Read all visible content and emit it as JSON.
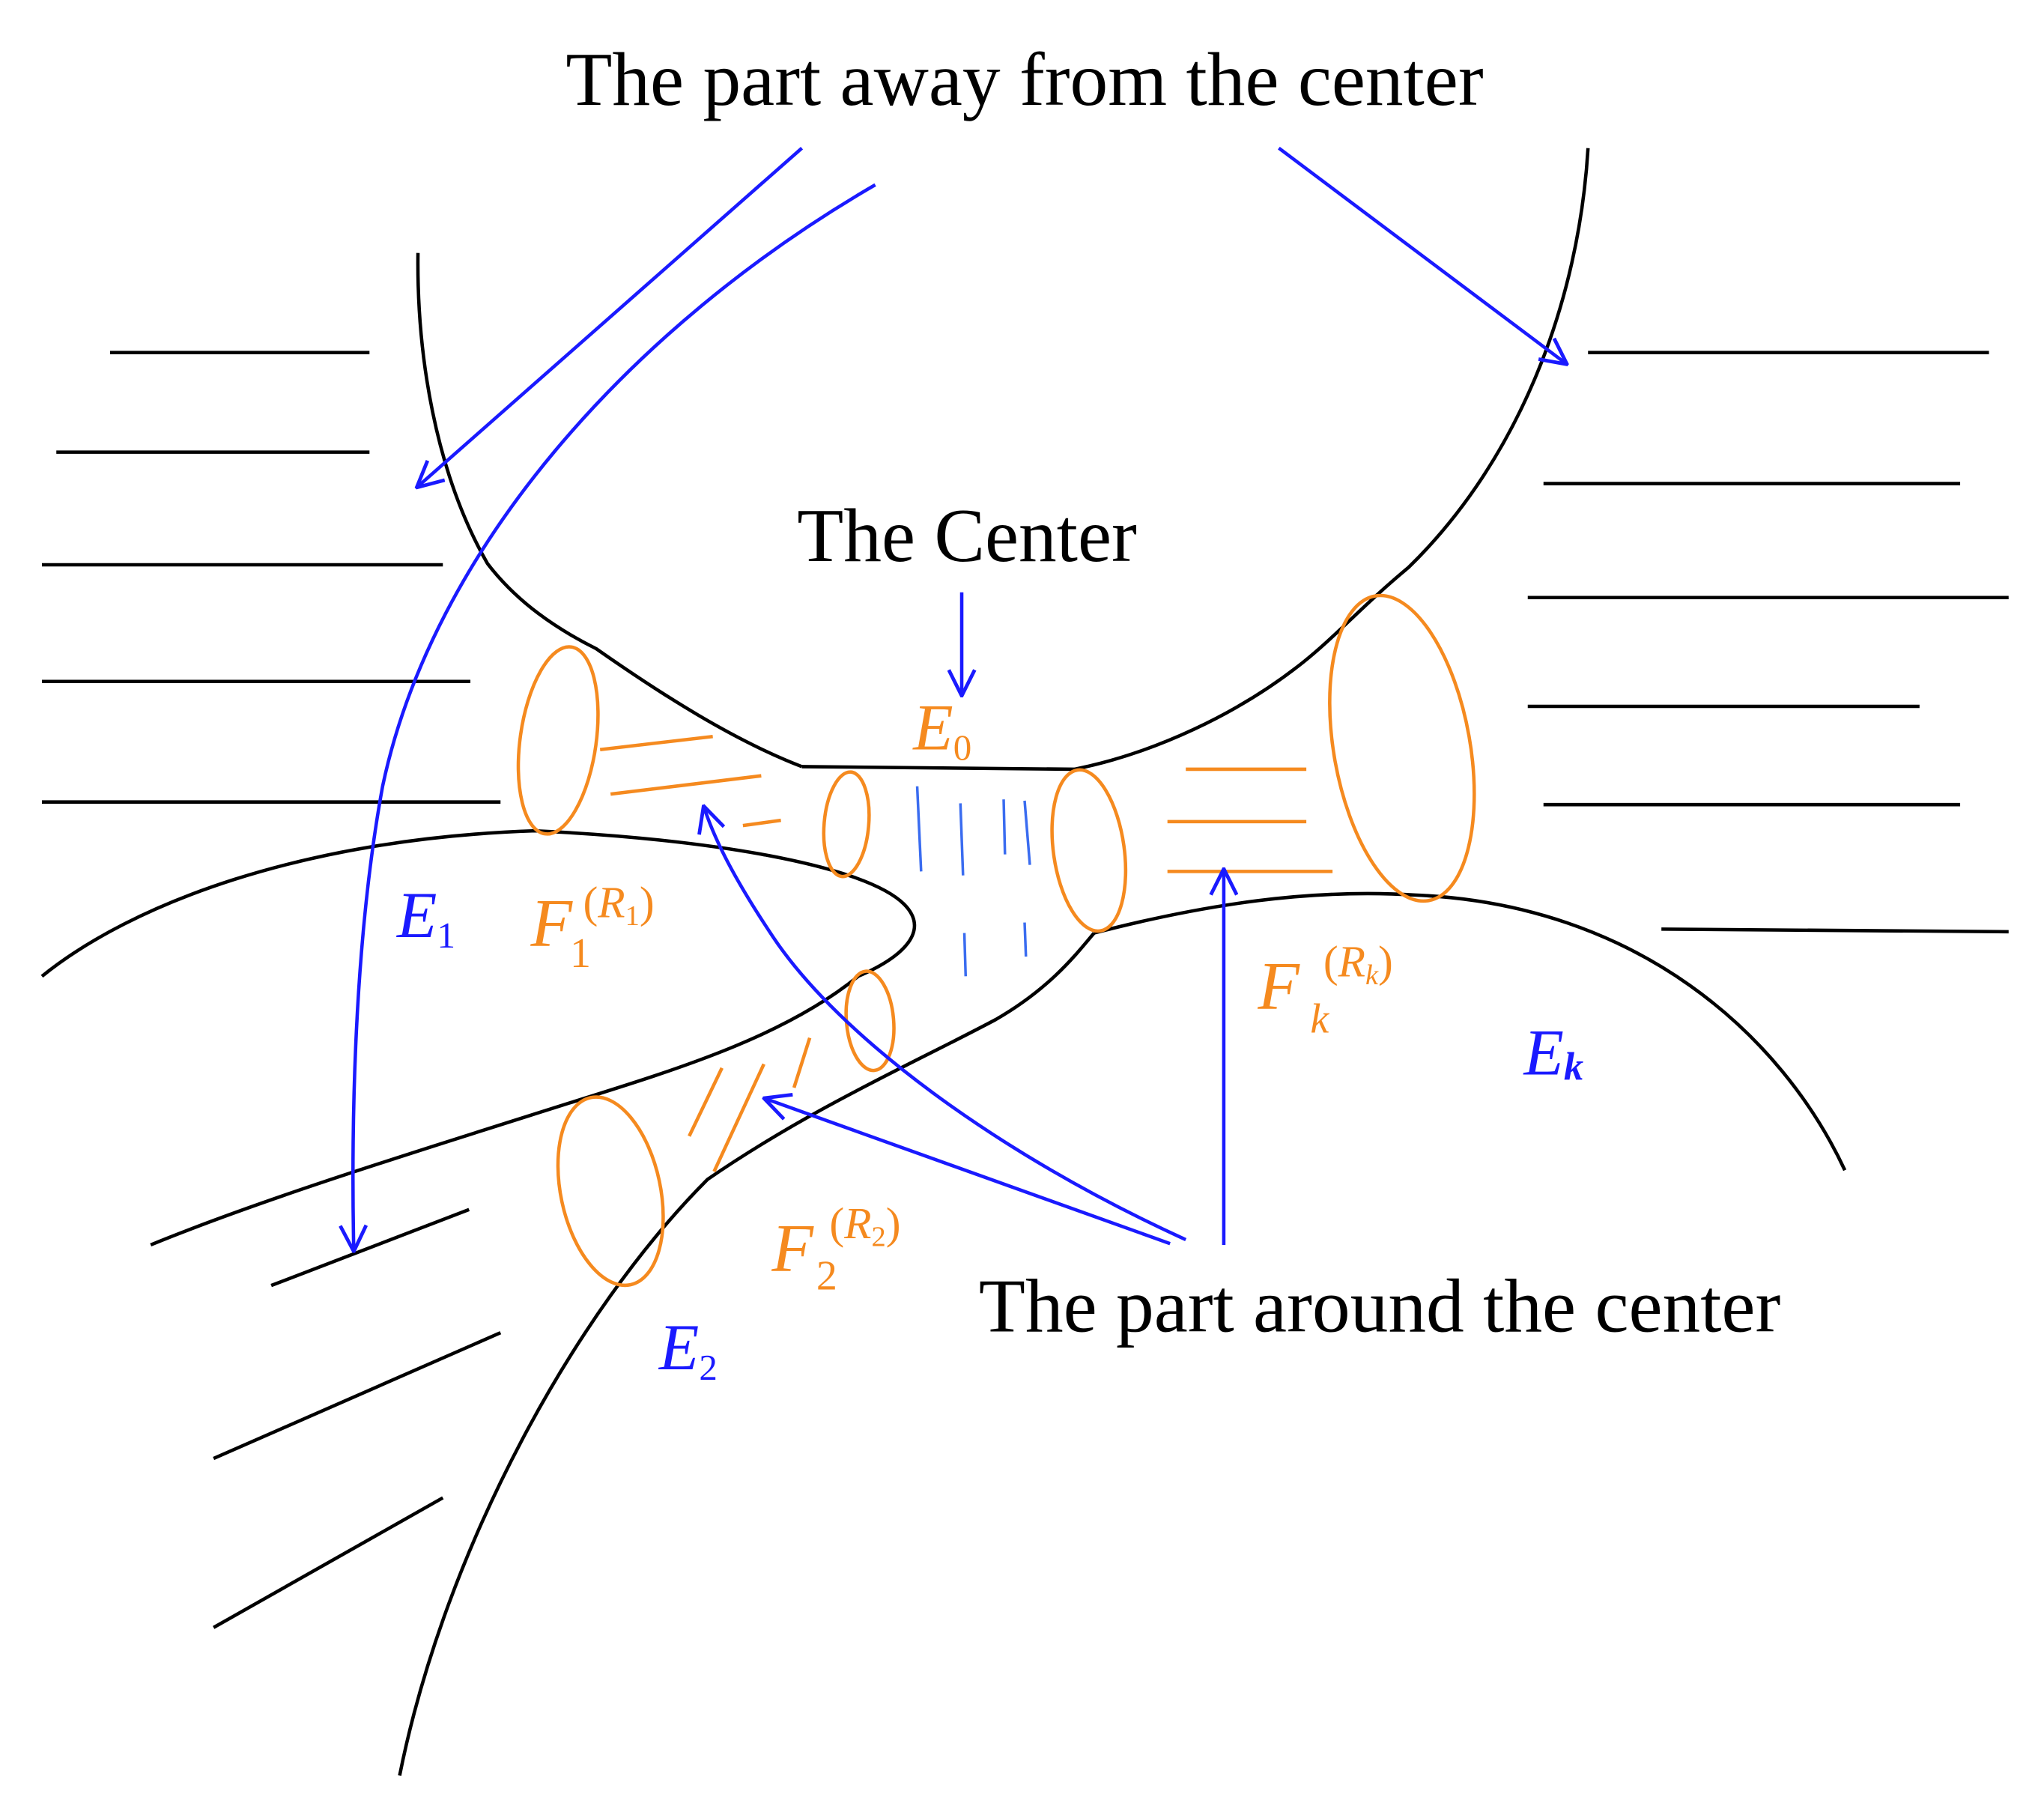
{
  "colors": {
    "surface": "#000000",
    "arrow": "#1a1aff",
    "neck": "#f58a1f",
    "label_blue": "#1a1aff",
    "label_orange": "#f58a1f"
  },
  "text": {
    "top_label": "The part away from the center",
    "center_label": "The Center",
    "around_label": "The part around the center"
  },
  "regions": {
    "E0": {
      "base": "E",
      "sub": "0"
    },
    "E1": {
      "base": "E",
      "sub": "1"
    },
    "E2": {
      "base": "E",
      "sub": "2"
    },
    "Ek": {
      "base": "E",
      "sub": "k"
    }
  },
  "necks": {
    "F1": {
      "base": "F",
      "sub": "1",
      "sup_open": "(",
      "sup_R": "R",
      "sup_sub": "1",
      "sup_close": ")"
    },
    "F2": {
      "base": "F",
      "sub": "2",
      "sup_open": "(",
      "sup_R": "R",
      "sup_sub": "2",
      "sup_close": ")"
    },
    "Fk": {
      "base": "F",
      "sub": "k",
      "sup_open": "(",
      "sup_R": "R",
      "sup_sub": "k",
      "sup_close": ")"
    }
  }
}
